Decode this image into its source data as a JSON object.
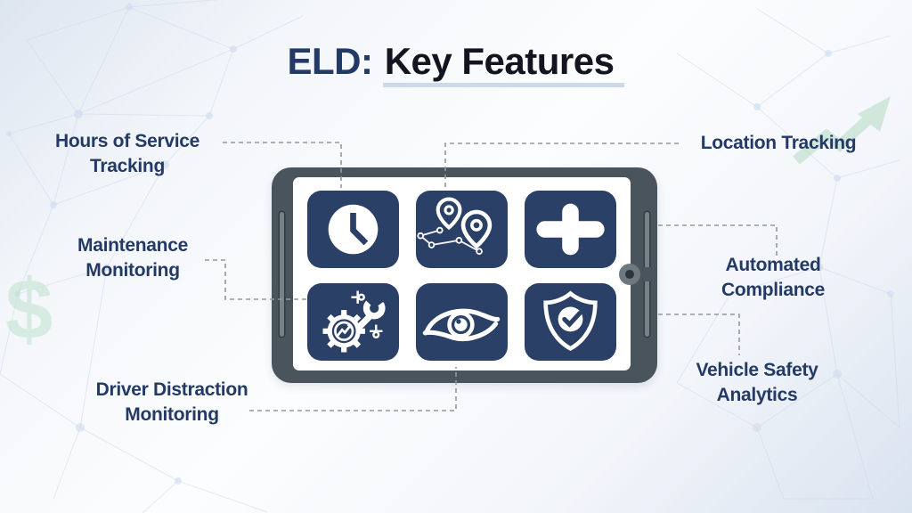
{
  "title": {
    "prefix": "ELD:",
    "main": "Key Features"
  },
  "labels": {
    "hours": "Hours of Service\nTracking",
    "maintenance": "Maintenance\nMonitoring",
    "driver": "Driver Distraction\nMonitoring",
    "location": "Location Tracking",
    "automated": "Automated\nCompliance",
    "vehicle": "Vehicle Safety\nAnalytics"
  },
  "tablet": {
    "tiles": [
      {
        "icon": "clock-icon",
        "feature": "Hours of Service Tracking"
      },
      {
        "icon": "route-pins-icon",
        "feature": "Location Tracking"
      },
      {
        "icon": "plus-icon",
        "feature": "Automated Compliance"
      },
      {
        "icon": "gear-wrench-icon",
        "feature": "Maintenance Monitoring"
      },
      {
        "icon": "eye-icon",
        "feature": "Driver Distraction Monitoring"
      },
      {
        "icon": "shield-check-icon",
        "feature": "Vehicle Safety Analytics"
      }
    ]
  },
  "background": {
    "dollar_glyph": "$"
  },
  "colors": {
    "navy_text": "#233a66",
    "tile_navy": "#2b4066",
    "tablet_body": "#4a545c",
    "screen_white": "#ffffff",
    "connector_gray": "#9099a0",
    "title_underline": "#ccd9ea",
    "title_black": "#121420",
    "mesh_blue": "#c9d8ec",
    "growth_green": "#b5dac2"
  }
}
